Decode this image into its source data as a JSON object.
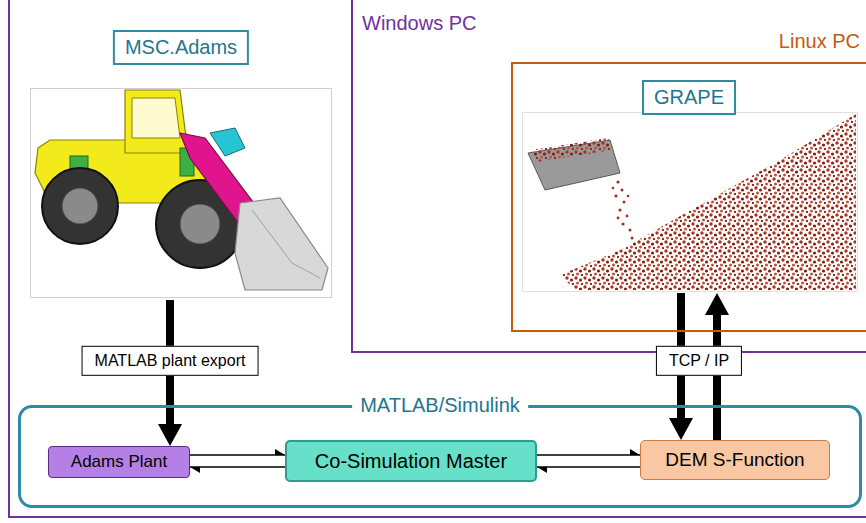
{
  "diagram": {
    "nodes": [
      {
        "text": [
          "Windows PC"
        ]
      },
      {
        "text": [
          "MSC.Adams"
        ],
        "in": 0
      },
      {
        "text": [
          "Linux PC"
        ]
      },
      {
        "text": [
          "GRAPE"
        ],
        "in": 2
      },
      {
        "text": [
          "MATLAB/Simulink"
        ],
        "in": 0
      },
      {
        "text": [
          "Adams Plant"
        ],
        "in": 4
      },
      {
        "text": [
          "Co-Simulation Master"
        ],
        "in": 4
      },
      {
        "text": [
          "DEM S-Function"
        ],
        "in": 4
      }
    ],
    "edges": [
      {
        "from": 1,
        "to": 5,
        "label": "MATLAB plant export",
        "arrow": "to"
      },
      {
        "from": 3,
        "to": 7,
        "label": "TCP / IP",
        "arrow": "to"
      },
      {
        "from": 7,
        "to": 3,
        "arrow": "to"
      },
      {
        "from": 5,
        "to": 6,
        "arrow": "to"
      },
      {
        "from": 6,
        "to": 5,
        "arrow": "to"
      },
      {
        "from": 6,
        "to": 7,
        "arrow": "to"
      },
      {
        "from": 7,
        "to": 6,
        "arrow": "to"
      }
    ]
  }
}
